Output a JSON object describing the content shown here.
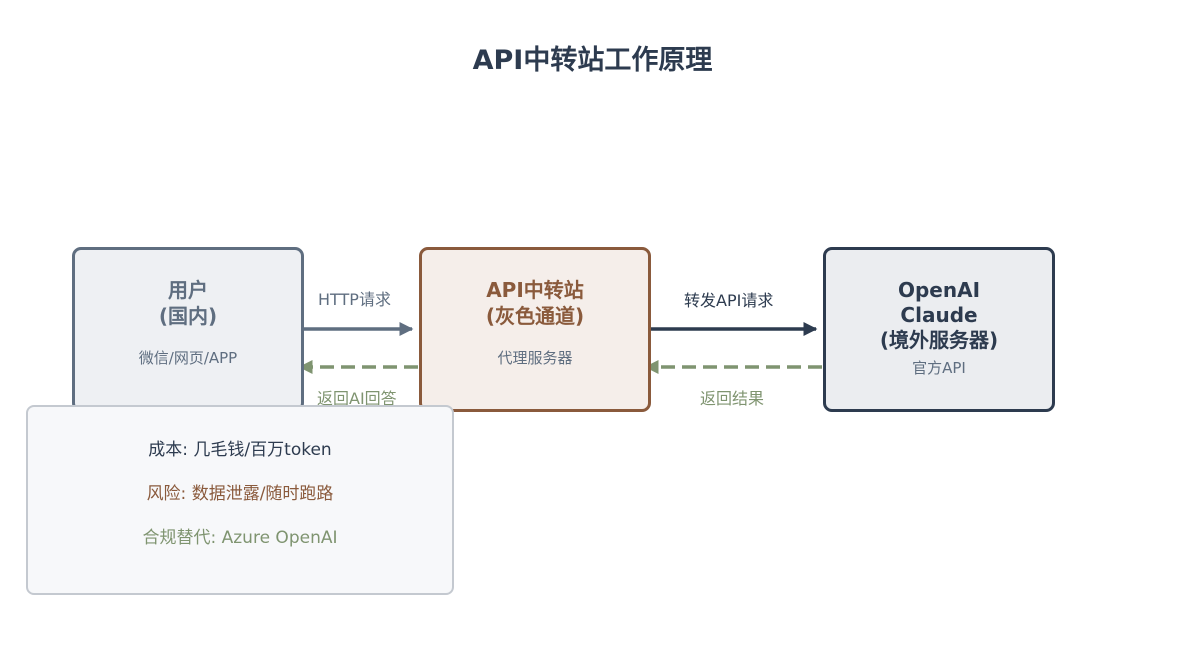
{
  "title": "API中转站工作原理",
  "nodes": {
    "user": {
      "title_line1": "用户",
      "title_line2": "(国内)",
      "subtitle": "微信/网页/APP"
    },
    "proxy": {
      "title_line1": "API中转站",
      "title_line2": "(灰色通道)",
      "subtitle": "代理服务器"
    },
    "server": {
      "title_line1": "OpenAI",
      "title_line2": "Claude",
      "title_line3": "(境外服务器)",
      "subtitle": "官方API"
    }
  },
  "edges": {
    "http_request": "HTTP请求",
    "forward_request": "转发API请求",
    "return_answer": "返回AI回答",
    "return_result": "返回结果"
  },
  "note": {
    "cost": "成本: 几毛钱/百万token",
    "risk": "风险: 数据泄露/随时跑路",
    "alternative": "合规替代: Azure OpenAI"
  },
  "colors": {
    "user": "#5f6e80",
    "proxy": "#8a5a3c",
    "server": "#2d3b4f",
    "return": "#7f9470"
  }
}
